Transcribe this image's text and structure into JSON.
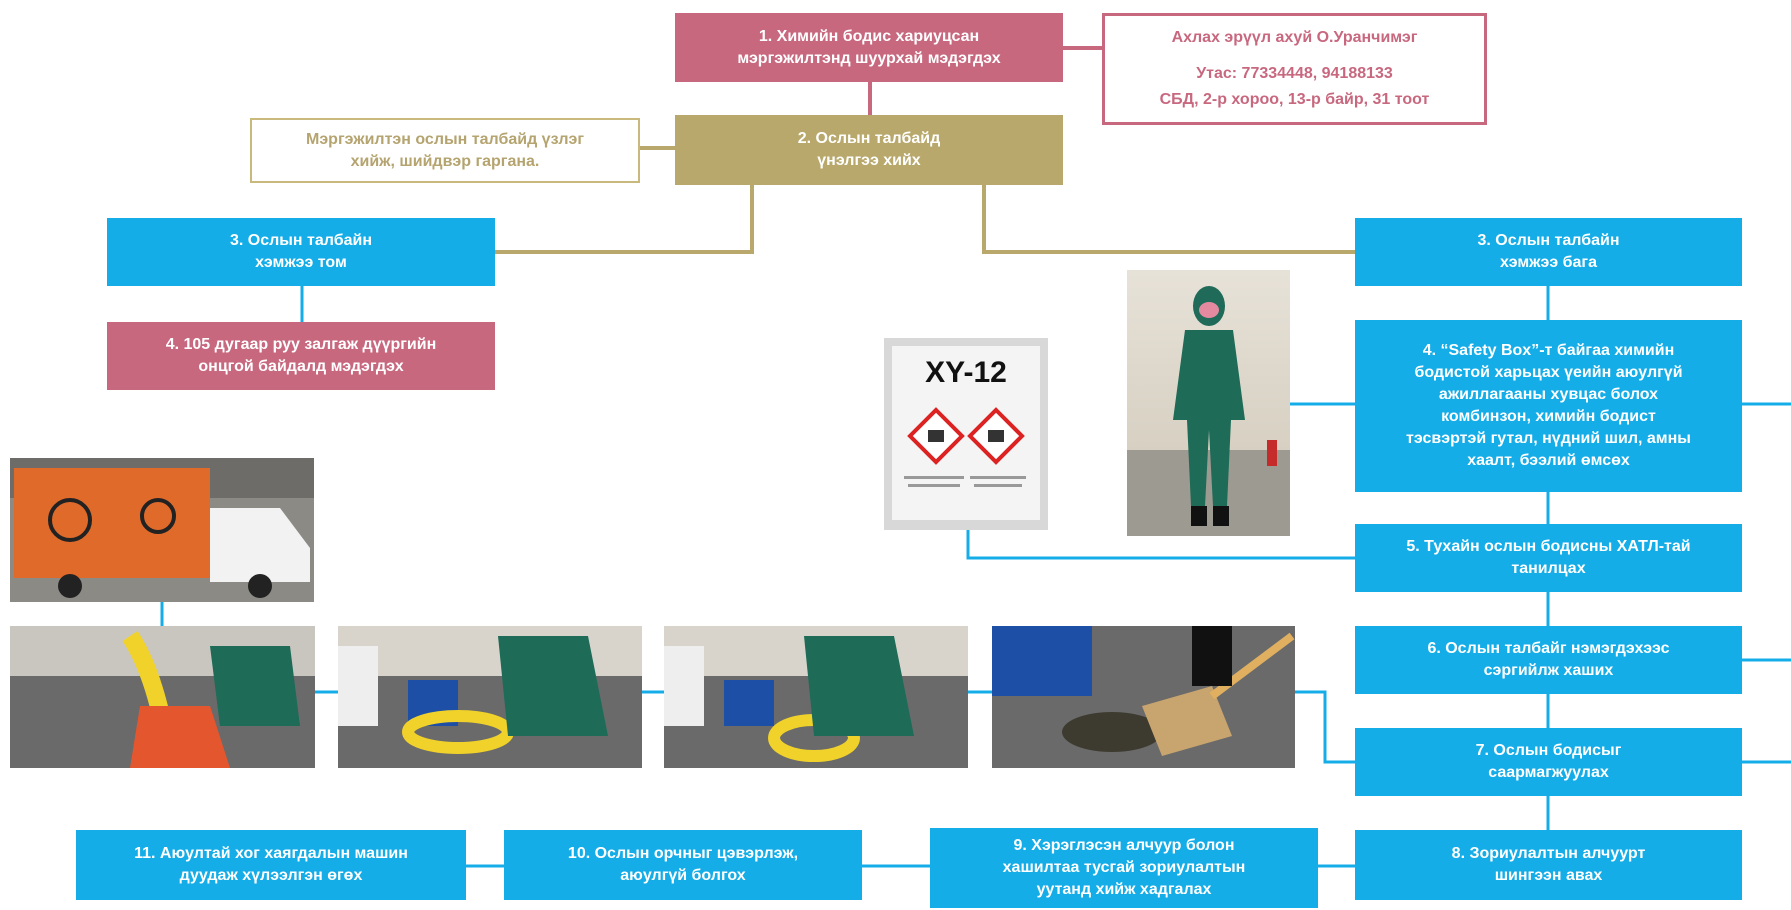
{
  "diagram": {
    "step1": "1. Химийн бодис хариуцсан\nмэргэжилтэнд шуурхай мэдэгдэх",
    "contact": {
      "name": "Ахлах эрүүл ахуй О.Уранчимэг",
      "phone": "Утас: 77334448, 94188133",
      "address": "СБД, 2-р хороо, 13-р байр, 31 тоот"
    },
    "step2": "2. Ослын талбайд\nүнэлгээ хийх",
    "expert_note": "Мэргэжилтэн ослын талбайд үзлэг\nхийж, шийдвэр гаргана.",
    "step3_large": "3. Ослын талбайн\nхэмжээ том",
    "step4_large": "4. 105 дугаар руу залгаж дүүргийн\nонцгой байдалд мэдэгдэх",
    "step3_small": "3. Ослын талбайн\nхэмжээ бага",
    "step4_small": "4. “Safety Box”-т байгаа химийн\nбодистой харьцах үеийн аюулгүй\nажиллагааны хувцас болох\nкомбинзон, химийн бодист\nтэсвэртэй гутал, нүдний шил, амны\nхаалт, бээлий өмсөх",
    "step5": "5. Тухайн ослын бодисны ХАТЛ-тай\nтанилцах",
    "step6": "6. Ослын талбайг нэмэгдэхээс\nсэргийлж хаших",
    "step7": "7. Ослын бодисыг\nсаармагжуулах",
    "step8": "8. Зориулалтын алчуурт\nшингээн авах",
    "step9": "9. Хэрэглэсэн алчуур болон\nхашилтаа тусгай зориулалтын\nуутанд хийж хадгалах",
    "step10": "10. Ослын орчныг цэвэрлэж,\nаюулгүй болгох",
    "step11": "11. Аюултай хог хаягдалын машин\nдуудаж хүлээлгэн өгөх",
    "sign_text": "XY-12"
  },
  "colors": {
    "pink": "#c8687f",
    "olive": "#b8a86b",
    "blue": "#14ade8"
  }
}
